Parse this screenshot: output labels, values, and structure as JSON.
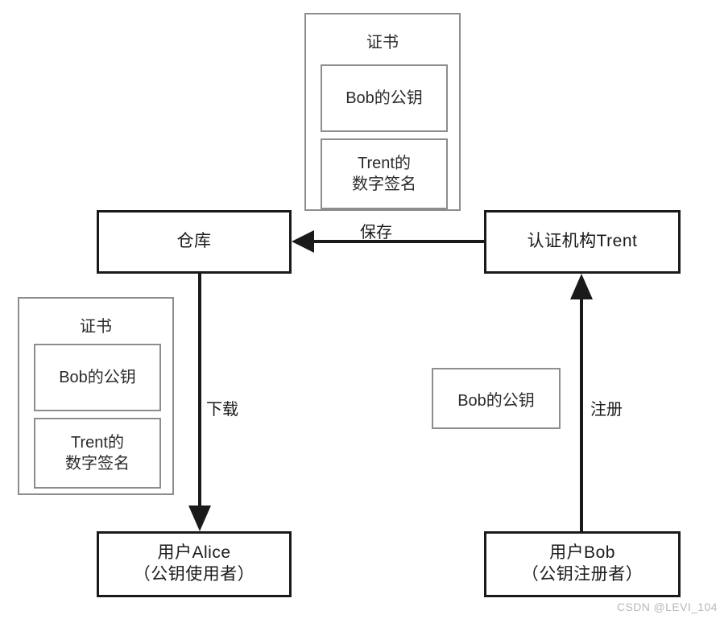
{
  "diagram": {
    "title": "PKI certificate distribution flow",
    "stroke_dark": "#1a1a1a",
    "stroke_light": "#8d8d8d",
    "background": "#ffffff"
  },
  "certificate_top": {
    "title": "证书",
    "slots": [
      {
        "line1": "Bob的公钥",
        "line2": ""
      },
      {
        "line1": "Trent的",
        "line2": "数字签名"
      }
    ]
  },
  "certificate_left": {
    "title": "证书",
    "slots": [
      {
        "line1": "Bob的公钥",
        "line2": ""
      },
      {
        "line1": "Trent的",
        "line2": "数字签名"
      }
    ]
  },
  "nodes": {
    "repository": {
      "label": "仓库"
    },
    "authority": {
      "label": "认证机构Trent"
    },
    "alice": {
      "line1": "用户Alice",
      "line2": "（公钥使用者）"
    },
    "bob": {
      "line1": "用户Bob",
      "line2": "（公钥注册者）"
    },
    "bob_public_key": {
      "label": "Bob的公钥"
    }
  },
  "edges": [
    {
      "id": "save",
      "label": "保存",
      "from": "authority",
      "to": "repository",
      "direction": "left"
    },
    {
      "id": "download",
      "label": "下载",
      "from": "repository",
      "to": "alice",
      "direction": "down"
    },
    {
      "id": "register",
      "label": "注册",
      "from": "bob",
      "to": "authority",
      "direction": "up"
    }
  ],
  "watermark": {
    "text": "CSDN @LEVI_104"
  }
}
